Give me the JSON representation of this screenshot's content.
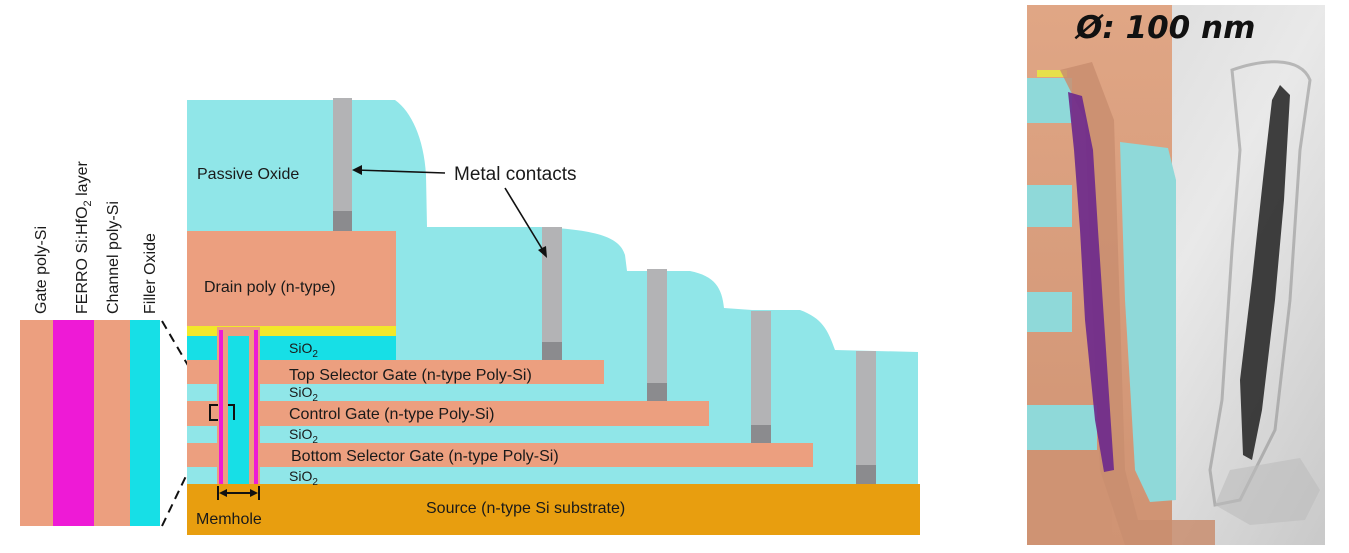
{
  "colors": {
    "poly": "#ec9f7f",
    "ferro": "#ee1ad6",
    "oxide": "#90e6e8",
    "sio2": "#17dfe6",
    "metal": "#b3b3b5",
    "metal_tip": "#8b8b8e",
    "substrate": "#e89e0f",
    "liner": "#f2e82a",
    "tem_orange": "#d99a78",
    "tem_purple": "#6e2a8c"
  },
  "legend_layers": [
    {
      "label": "Gate poly-Si",
      "color_key": "poly"
    },
    {
      "label": "FERRO Si:HfO",
      "sub": "2",
      "suffix": " layer",
      "color_key": "ferro"
    },
    {
      "label": "Channel poly-Si",
      "color_key": "poly"
    },
    {
      "label": "Filler Oxide",
      "color_key": "oxide"
    }
  ],
  "labels": {
    "passive_oxide": "Passive Oxide",
    "metal_contacts": "Metal contacts",
    "drain": "Drain poly (n-type)",
    "top_selector": "Top Selector Gate (n-type Poly-Si)",
    "control_gate": "Control Gate (n-type Poly-Si)",
    "bottom_selector": "Bottom Selector Gate (n-type Poly-Si)",
    "source": "Source (n-type Si substrate)",
    "memhole": "Memhole",
    "sio2_base": "SiO",
    "sio2_sub": "2"
  },
  "tem": {
    "diameter_label": "Ø: 100 nm"
  }
}
